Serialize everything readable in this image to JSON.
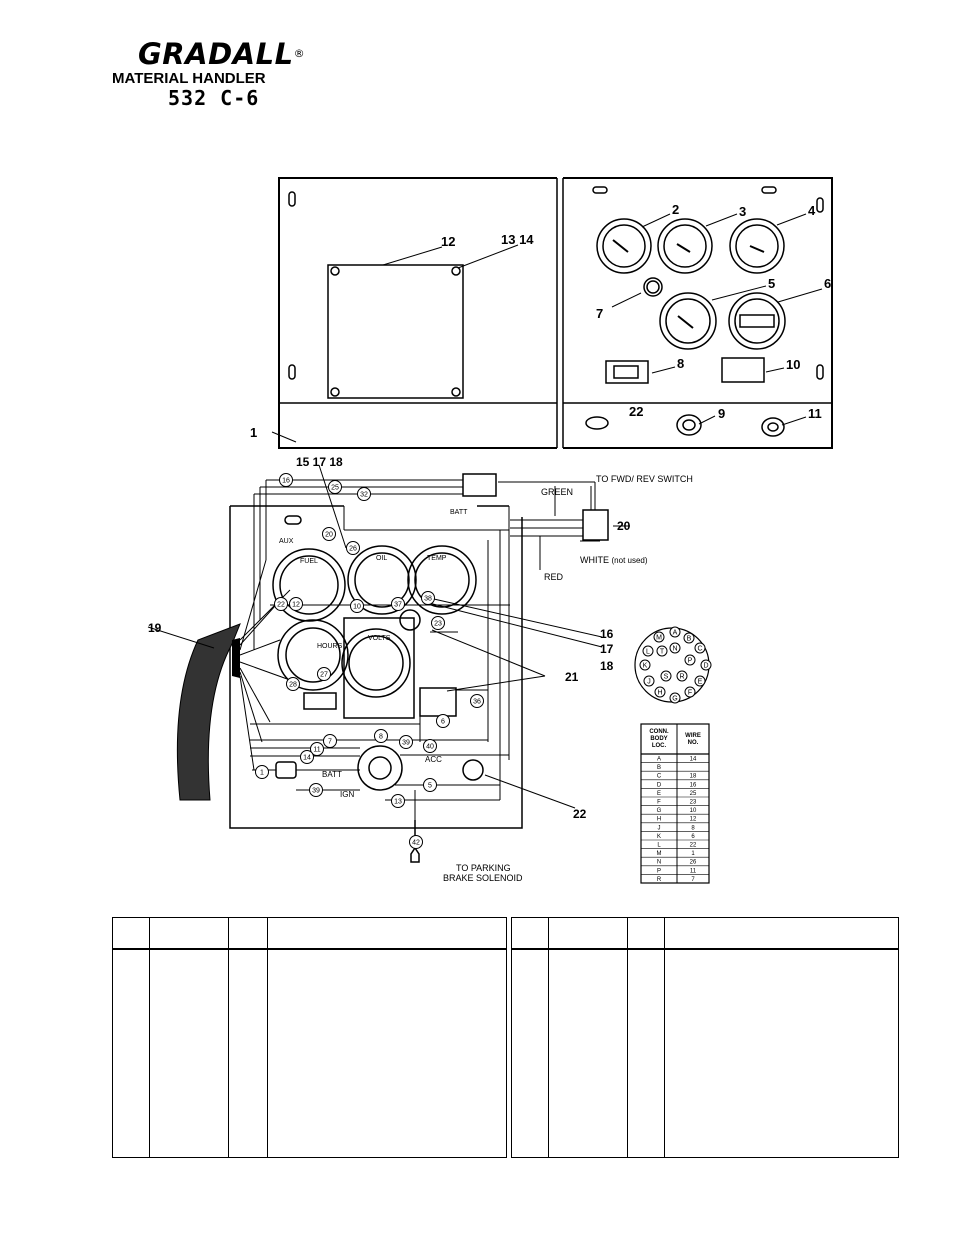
{
  "header": {
    "brand": "GRADALL",
    "registered_mark": "®",
    "product_line": "MATERIAL HANDLER",
    "model": "532 C-6"
  },
  "top_callouts": [
    "1",
    "2",
    "3",
    "4",
    "5",
    "6",
    "7",
    "8",
    "9",
    "10",
    "11",
    "12",
    "13 14",
    "22"
  ],
  "wiring": {
    "to_fwd_rev": "TO FWD/ REV SWITCH",
    "green": "GREEN",
    "red": "RED",
    "white": "WHITE",
    "white_note": "(not used)",
    "batt_top": "BATT",
    "aux": "AUX",
    "fuel": "FUEL",
    "oil": "OIL",
    "temp": "TEMP",
    "hours": "HOURS",
    "volts": "VOLTS",
    "batt": "BATT",
    "acc": "ACC",
    "ign": "IGN",
    "to_parking": "TO PARKING",
    "brake_solenoid": "BRAKE SOLENOID",
    "label_15_17_18": "15 17 18",
    "label_16": "16",
    "label_17": "17",
    "label_18": "18",
    "label_19": "19",
    "label_20": "20",
    "label_21": "21",
    "label_22": "22"
  },
  "wire_numbers": [
    "16",
    "25",
    "32",
    "20",
    "26",
    "12",
    "22",
    "10",
    "37",
    "38",
    "23",
    "27",
    "28",
    "6",
    "36",
    "7",
    "11",
    "14",
    "8",
    "39",
    "40",
    "1",
    "39",
    "13",
    "5",
    "42"
  ],
  "connector_pins": [
    "M",
    "A",
    "B",
    "L",
    "T",
    "N",
    "P",
    "C",
    "K",
    "D",
    "J",
    "S",
    "R",
    "E",
    "H",
    "G",
    "F"
  ],
  "connector_table": {
    "headers": [
      "CONN. BODY LOC.",
      "WIRE NO."
    ],
    "rows": [
      [
        "A",
        "14"
      ],
      [
        "B",
        ""
      ],
      [
        "C",
        "18"
      ],
      [
        "D",
        "16"
      ],
      [
        "E",
        "25"
      ],
      [
        "F",
        "23"
      ],
      [
        "G",
        "10"
      ],
      [
        "H",
        "12"
      ],
      [
        "J",
        "8"
      ],
      [
        "K",
        "6"
      ],
      [
        "L",
        "22"
      ],
      [
        "M",
        "1"
      ],
      [
        "N",
        "26"
      ],
      [
        "P",
        "11"
      ],
      [
        "R",
        "7"
      ]
    ]
  }
}
